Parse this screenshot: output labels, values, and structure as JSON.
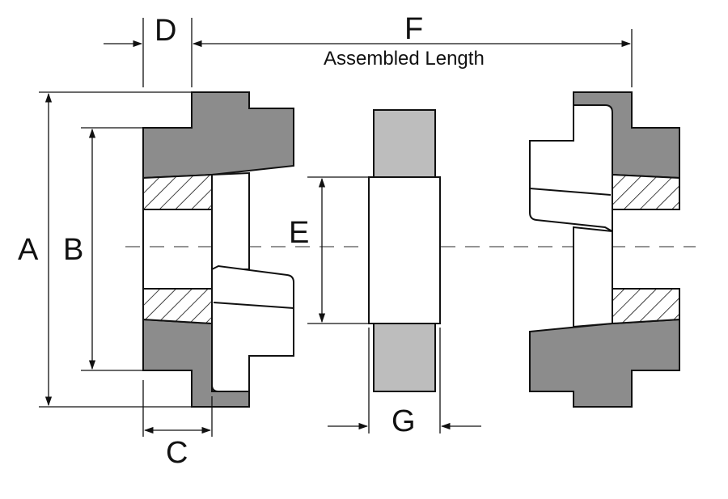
{
  "labels": {
    "A": "A",
    "B": "B",
    "C": "C",
    "D": "D",
    "E": "E",
    "F": "F",
    "G": "G",
    "assembled_length": "Assembled Length"
  },
  "colors": {
    "metal": "#8c8c8c",
    "gasket": "#bdbdbd",
    "line": "#111111",
    "background": "#ffffff"
  }
}
